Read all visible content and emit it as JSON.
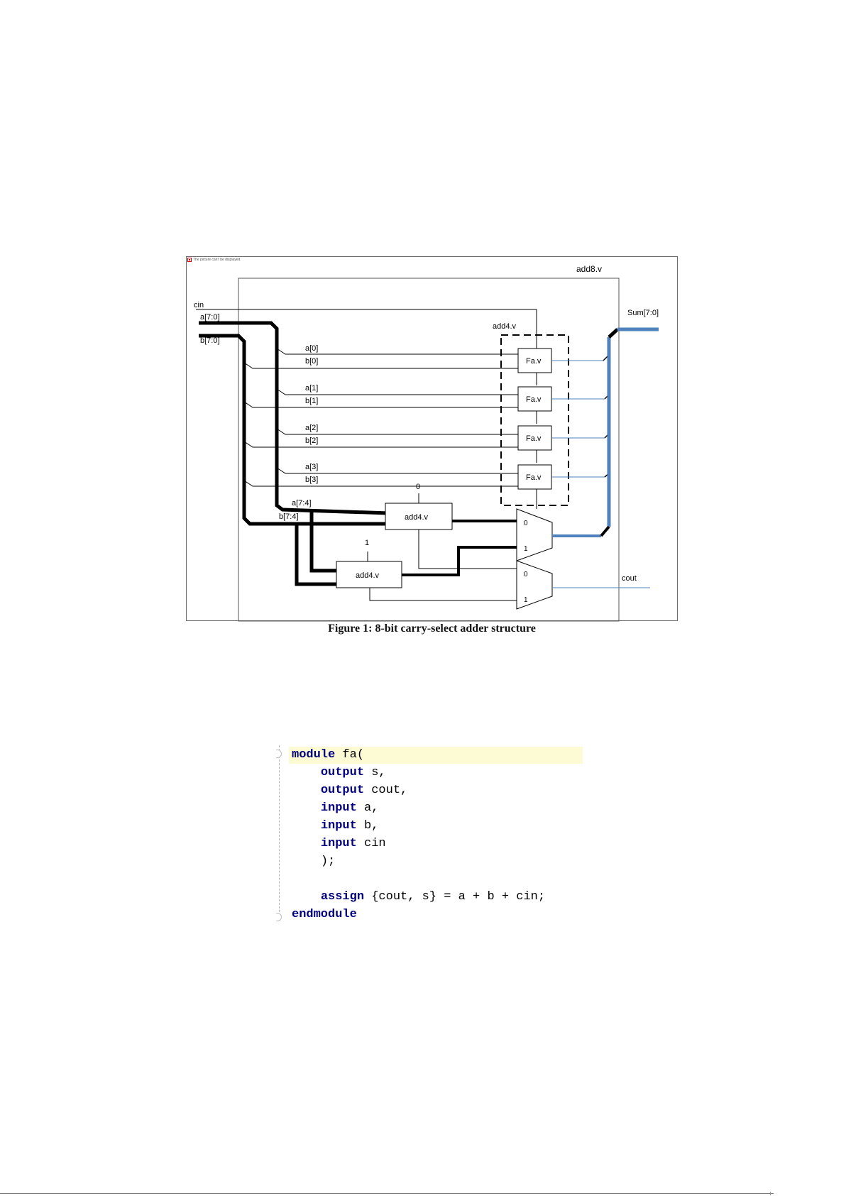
{
  "figure": {
    "broken_image_text": "The picture can't be displayed.",
    "caption": "Figure 1: 8-bit carry-select adder structure",
    "labels": {
      "top_module": "add8.v",
      "inner_module": "add4.v",
      "cin": "cin",
      "a_bus": "a[7:0]",
      "b_bus": "b[7:0]",
      "sum_bus": "Sum[7:0]",
      "cout": "cout",
      "a_high": "a[7:4]",
      "b_high": "b[7:4]",
      "adder_block": "add4.v",
      "const_zero": "0",
      "const_one": "1",
      "mux_in0": "0",
      "mux_in1": "1",
      "full_adder": "Fa.v",
      "bits": [
        {
          "a": "a[0]",
          "b": "b[0]"
        },
        {
          "a": "a[1]",
          "b": "b[1]"
        },
        {
          "a": "a[2]",
          "b": "b[2]"
        },
        {
          "a": "a[3]",
          "b": "b[3]"
        }
      ]
    }
  },
  "code": {
    "lines": [
      {
        "kw": "module",
        "rest": " fa("
      },
      {
        "indent": "    ",
        "kw": "output",
        "rest": " s,"
      },
      {
        "indent": "    ",
        "kw": "output",
        "rest": " cout,"
      },
      {
        "indent": "    ",
        "kw": "input",
        "rest": " a,"
      },
      {
        "indent": "    ",
        "kw": "input",
        "rest": " b,"
      },
      {
        "indent": "    ",
        "kw": "input",
        "rest": " cin"
      },
      {
        "indent": "    ",
        "kw": "",
        "rest": ");"
      },
      {
        "indent": "",
        "kw": "",
        "rest": ""
      },
      {
        "indent": "    ",
        "kw": "assign",
        "rest": " {cout, s} = a + b + cin;"
      },
      {
        "kw": "endmodule",
        "rest": ""
      }
    ]
  },
  "colors": {
    "wire": "#000000",
    "sum_bus": "#4f81bd",
    "code_keyword": "#000080",
    "code_highlight": "#fdfbd4"
  }
}
